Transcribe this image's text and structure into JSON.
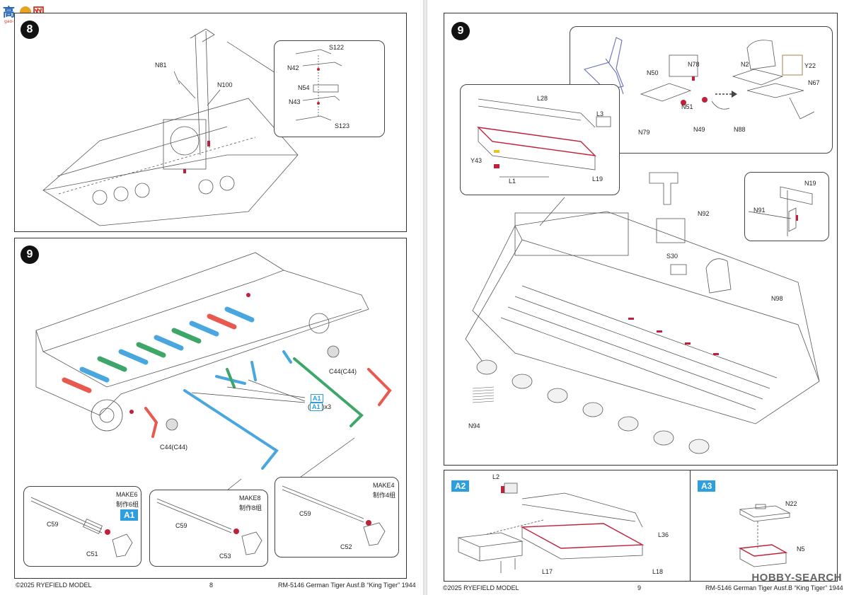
{
  "left_page": {
    "step8": {
      "number": "8",
      "labels": {
        "n81": "N81",
        "n100": "N100"
      },
      "callout": {
        "s122": "S122",
        "n42": "N42",
        "n54": "N54",
        "n43": "N43",
        "s123": "S123"
      }
    },
    "step9": {
      "number": "9",
      "labels": {
        "c44_top": "C44(C44)",
        "c44_bottom": "C44(C44)",
        "a1": "A1",
        "a1_multi_open": "(",
        "a1_multi_tag": "A1",
        "a1_multi_close": ")x3"
      },
      "sub1": {
        "make": "MAKE6",
        "cn": "制作6组",
        "tag": "A1",
        "c59": "C59",
        "c51": "C51"
      },
      "sub2": {
        "make": "MAKE8",
        "cn": "制作8组",
        "c59": "C59",
        "c53": "C53"
      },
      "sub3": {
        "make": "MAKE4",
        "cn": "制作4组",
        "c59": "C59",
        "c52": "C52"
      }
    },
    "footer": {
      "copyright": "©2025 RYEFIELD MODEL",
      "page": "8",
      "title": "RM-5146 German Tiger Ausf.B “King Tiger” 1944"
    },
    "logo": {
      "text": "高手网",
      "url": "gao-shou.com"
    }
  },
  "right_page": {
    "step9": {
      "number": "9",
      "seat_callout": {
        "n50": "N50",
        "n78": "N78",
        "n51": "N51",
        "n79": "N79",
        "n49": "N49",
        "n2": "N2",
        "y22": "Y22",
        "n67": "N67",
        "n88": "N88"
      },
      "box_callout": {
        "l28": "L28",
        "l3": "L3",
        "y43": "Y43",
        "l1": "L1",
        "l19": "L19"
      },
      "small_callout": {
        "n19": "N19",
        "n91": "N91"
      },
      "labels": {
        "n92": "N92",
        "s30": "S30",
        "n98": "N98",
        "n94": "N94"
      }
    },
    "a2": {
      "tag": "A2",
      "l2": "L2",
      "l36": "L36",
      "l17": "L17",
      "l18": "L18"
    },
    "a3": {
      "tag": "A3",
      "n22": "N22",
      "n5": "N5"
    },
    "footer": {
      "copyright": "©2025 RYEFIELD MODEL",
      "page": "9",
      "title": "RM-5146 German Tiger Ausf.B “King Tiger” 1944"
    },
    "watermark": "HOBBY-SEARCH"
  },
  "colors": {
    "red": "#e85a4f",
    "green": "#3fa66a",
    "blue": "#49a7e0",
    "accent": "#2d9fe0",
    "callout_red": "#c0213a"
  }
}
